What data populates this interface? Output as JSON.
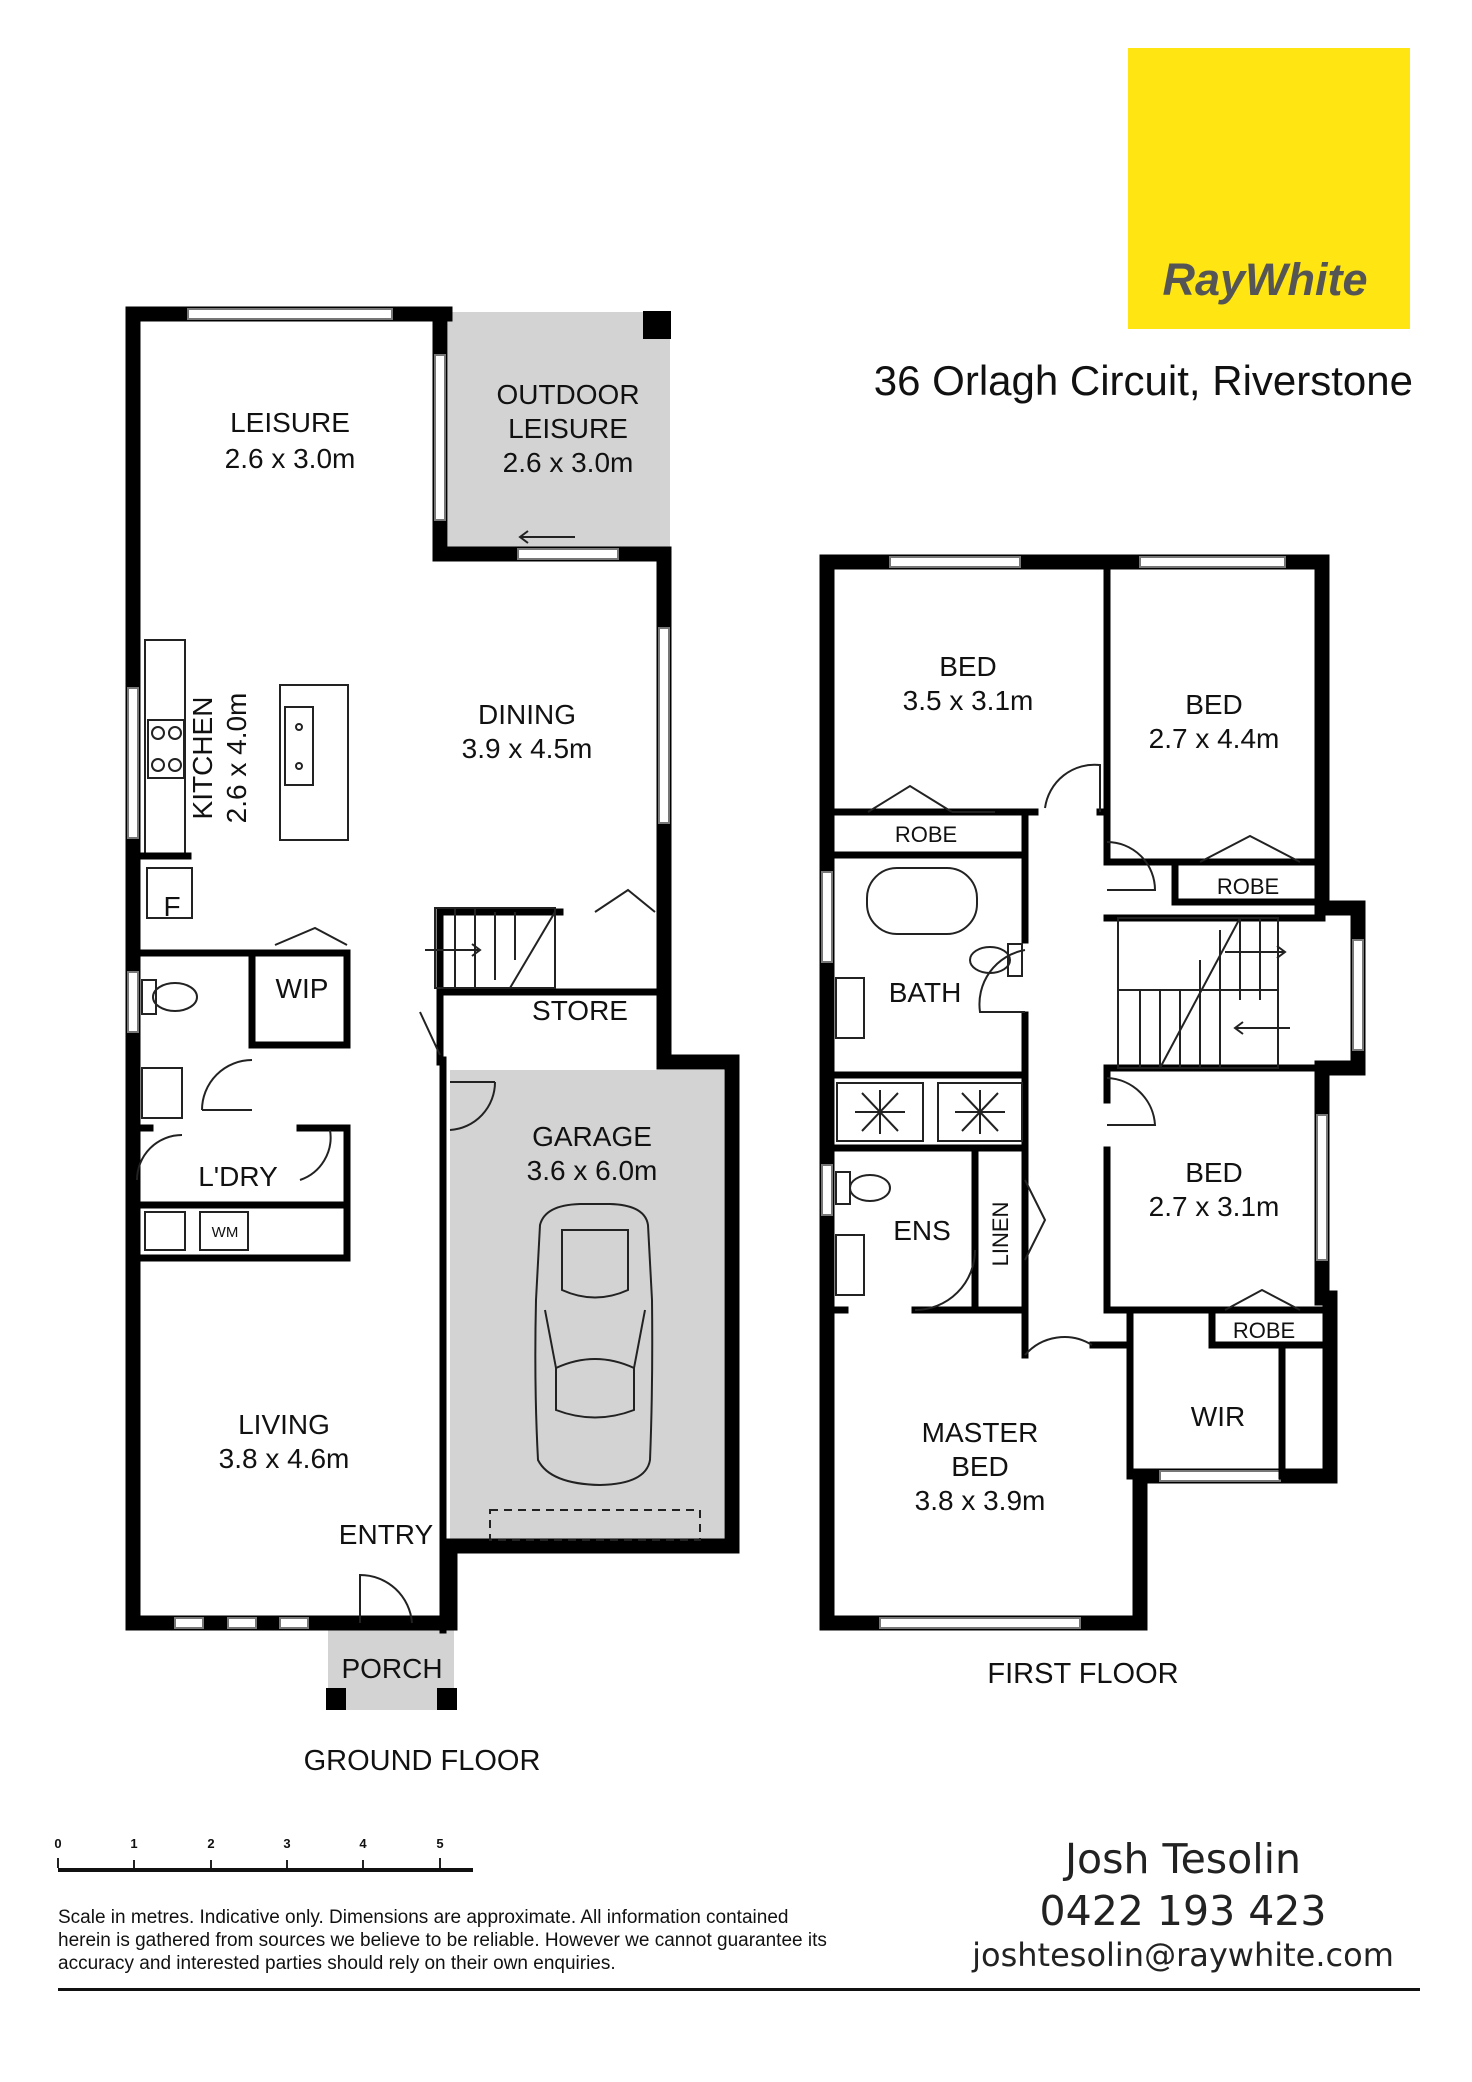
{
  "brand": {
    "name": "RayWhite",
    "bg_color": "#FFE512",
    "text_color": "#555555"
  },
  "address": "36 Orlagh Circuit, Riverstone",
  "ground_floor": {
    "label": "GROUND FLOOR",
    "rooms": {
      "leisure": {
        "name": "LEISURE",
        "dims": "2.6 x 3.0m"
      },
      "outdoor_leisure": {
        "name_line1": "OUTDOOR",
        "name_line2": "LEISURE",
        "dims": "2.6 x 3.0m"
      },
      "kitchen": {
        "name": "KITCHEN",
        "dims": "2.6 x 4.0m"
      },
      "dining": {
        "name": "DINING",
        "dims": "3.9 x 4.5m"
      },
      "fridge": "F",
      "wip": "WIP",
      "store": "STORE",
      "laundry": "L'DRY",
      "washing_machine": "WM",
      "garage": {
        "name": "GARAGE",
        "dims": "3.6 x 6.0m"
      },
      "living": {
        "name": "LIVING",
        "dims": "3.8 x 4.6m"
      },
      "entry": "ENTRY",
      "porch": "PORCH"
    }
  },
  "first_floor": {
    "label": "FIRST FLOOR",
    "rooms": {
      "bed1": {
        "name": "BED",
        "dims": "3.5 x 3.1m"
      },
      "bed2": {
        "name": "BED",
        "dims": "2.7 x 4.4m"
      },
      "bed3": {
        "name": "BED",
        "dims": "2.7 x 3.1m"
      },
      "robe": "ROBE",
      "bath": "BATH",
      "ens": "ENS",
      "linen": "LINEN",
      "master": {
        "name_line1": "MASTER",
        "name_line2": "BED",
        "dims": "3.8 x 3.9m"
      },
      "wir": "WIR"
    }
  },
  "scale": {
    "ticks": [
      "0",
      "1",
      "2",
      "3",
      "4",
      "5"
    ]
  },
  "disclaimer": [
    "Scale in metres. Indicative only. Dimensions are approximate. All information contained",
    "herein is gathered from sources we believe to be reliable. However we cannot guarantee its",
    "accuracy and interested parties should rely on their own enquiries."
  ],
  "agent": {
    "name": "Josh Tesolin",
    "phone": "0422 193 423",
    "email": "joshtesolin@raywhite.com"
  }
}
